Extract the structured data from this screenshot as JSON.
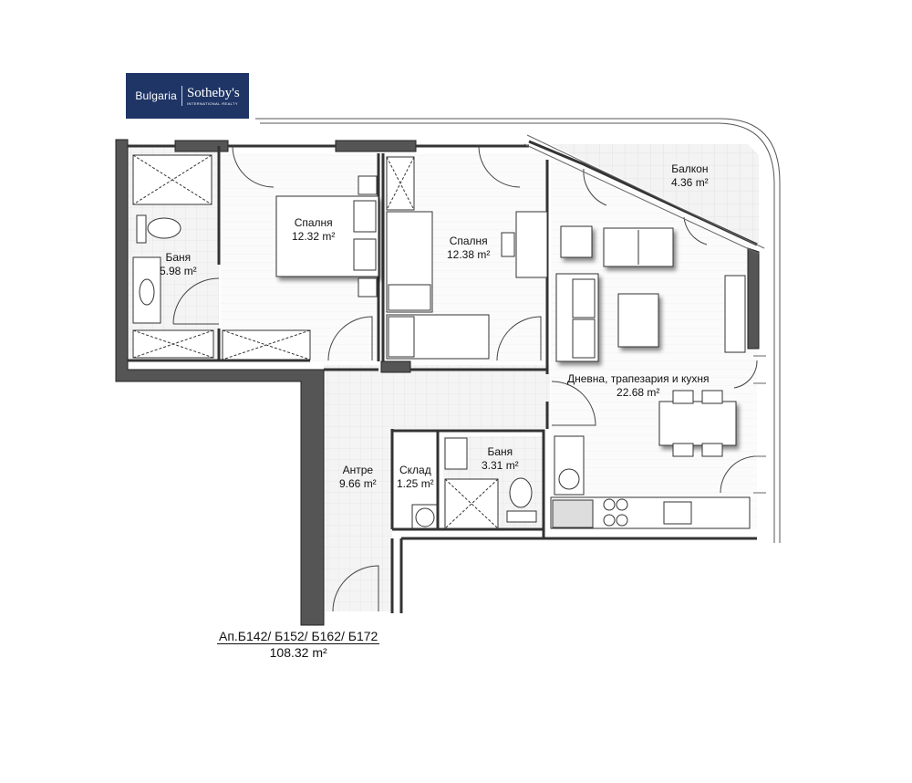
{
  "logo": {
    "left_text": "Bulgaria",
    "brand": "Sotheby's",
    "tagline": "INTERNATIONAL REALTY",
    "background": "#1f3566"
  },
  "rooms": [
    {
      "key": "bath1",
      "name": "Баня",
      "area": "5.98 m²"
    },
    {
      "key": "bed1",
      "name": "Спалня",
      "area": "12.32 m²"
    },
    {
      "key": "bed2",
      "name": "Спалня",
      "area": "12.38 m²"
    },
    {
      "key": "balcony",
      "name": "Балкон",
      "area": "4.36 m²"
    },
    {
      "key": "living",
      "name": "Дневна, трапезария и кухня",
      "area": "22.68 m²"
    },
    {
      "key": "hall",
      "name": "Антре",
      "area": "9.66 m²"
    },
    {
      "key": "storage",
      "name": "Склад",
      "area": "1.25 m²"
    },
    {
      "key": "bath2",
      "name": "Баня",
      "area": "3.31 m²"
    }
  ],
  "apartment": {
    "title": "Ап.Б142/ Б152/ Б162/ Б172",
    "total_area": "108.32 m²"
  },
  "colors": {
    "wall": "#555555",
    "floor_tile": "#f2f2f2",
    "floor_wood": "#fafafa",
    "furniture": "#ffffff",
    "line": "#333333"
  }
}
